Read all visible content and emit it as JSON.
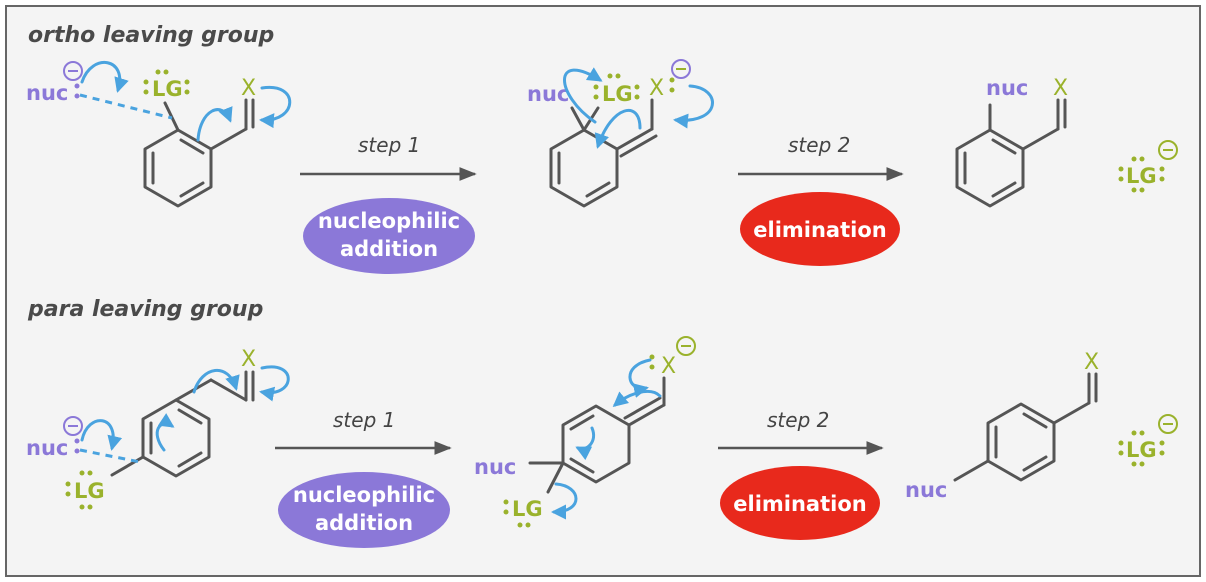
{
  "sections": {
    "ortho_title": "ortho leaving group",
    "para_title": "para leaving group"
  },
  "steps": {
    "step1": "step 1",
    "step2": "step 2"
  },
  "badges": {
    "addition_line1": "nucleophilic",
    "addition_line2": "addition",
    "elimination": "elimination"
  },
  "atoms": {
    "nuc": "nuc",
    "lg": "LG",
    "x": "X"
  },
  "colors": {
    "nucleophile": "#8b78d8",
    "leaving_group": "#9ab22c",
    "curved_arrow": "#4aa3df",
    "addition_badge": "#8b78d8",
    "elimination_badge": "#e8291c",
    "bond": "#555555"
  }
}
